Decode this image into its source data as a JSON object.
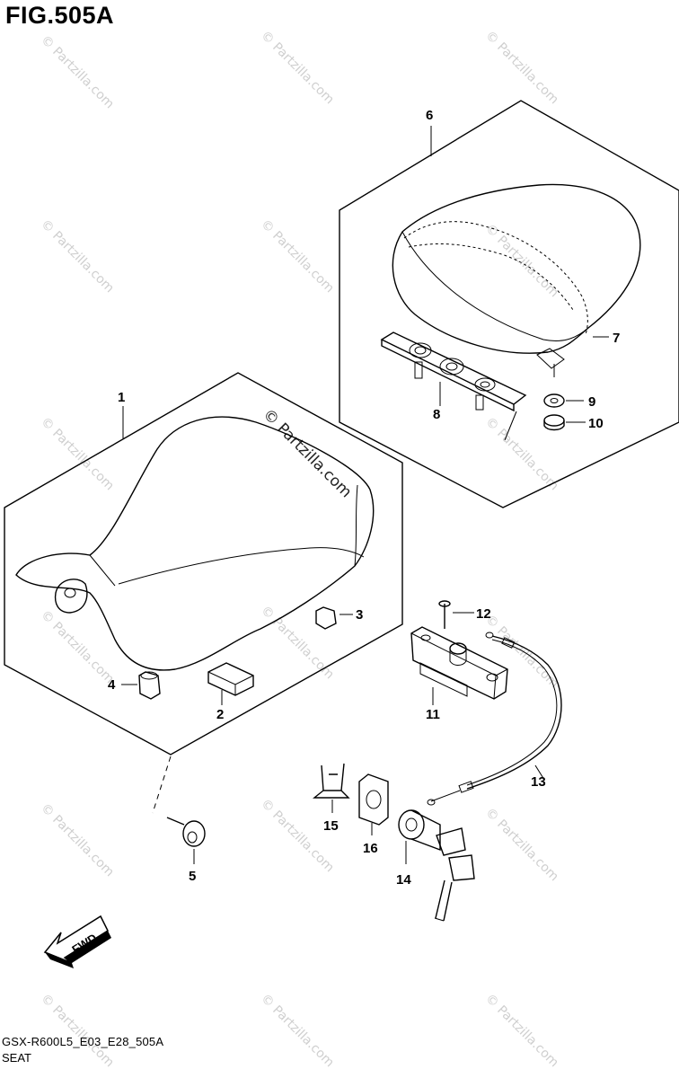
{
  "figure": {
    "title": "FIG.505A",
    "code": "GSX-R600L5_E03_E28_505A",
    "name": "SEAT"
  },
  "watermark": {
    "text": "© Partzilla.com"
  },
  "callouts": [
    "1",
    "2",
    "3",
    "4",
    "5",
    "6",
    "7",
    "8",
    "9",
    "10",
    "11",
    "12",
    "13",
    "14",
    "15",
    "16"
  ],
  "fwd": {
    "label": "FWD"
  }
}
